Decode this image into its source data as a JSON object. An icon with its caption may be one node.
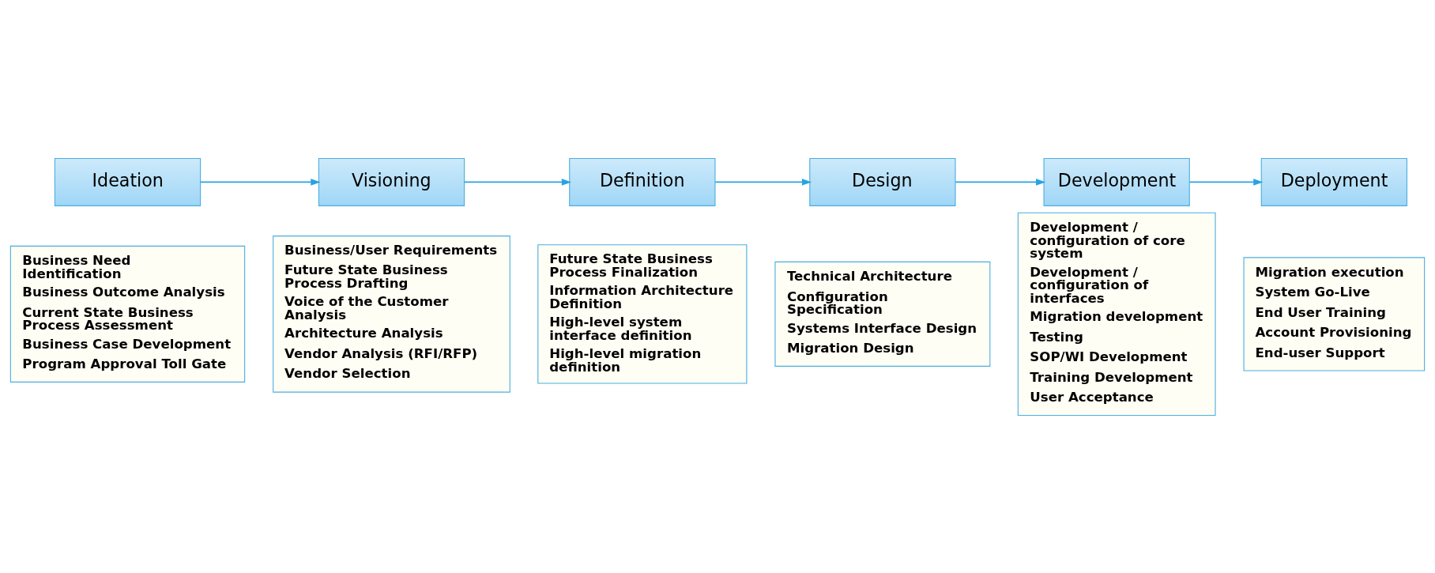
{
  "diagram": {
    "nodes": [
      {
        "text": [
          "Ideation"
        ]
      },
      {
        "text": [
          "Business Need Identification",
          "Business Outcome Analysis",
          "Current State Business Process Assessment",
          "Business Case Development",
          "Program Approval Toll Gate"
        ]
      },
      {
        "text": [
          "Visioning"
        ]
      },
      {
        "text": [
          "Business/User Requirements",
          "Future State Business Process Drafting",
          "Voice of the Customer Analysis",
          "Architecture Analysis",
          "Vendor Analysis (RFI/RFP)",
          "Vendor Selection"
        ]
      },
      {
        "text": [
          "Definition"
        ]
      },
      {
        "text": [
          "Future State Business Process Finalization",
          "Information Architecture Definition",
          "High-level system interface definition",
          "High-level migration definition"
        ]
      },
      {
        "text": [
          "Design"
        ]
      },
      {
        "text": [
          "Technical Architecture",
          "Configuration Specification",
          "Systems Interface Design",
          "Migration Design"
        ]
      },
      {
        "text": [
          "Development"
        ]
      },
      {
        "text": [
          "Development / configuration of core system",
          "Development / configuration of interfaces",
          "Migration development",
          "Testing",
          "SOP/WI Development",
          "Training Development",
          "User Acceptance"
        ]
      },
      {
        "text": [
          "Deployment"
        ]
      },
      {
        "text": [
          "Migration execution",
          "System Go-Live",
          "End User Training",
          "Account Provisioning",
          "End-user Support"
        ]
      }
    ],
    "edges": [
      {
        "from": 0,
        "to": 2,
        "arrow": "to"
      },
      {
        "from": 2,
        "to": 4,
        "arrow": "to"
      },
      {
        "from": 4,
        "to": 6,
        "arrow": "to"
      },
      {
        "from": 6,
        "to": 8,
        "arrow": "to"
      },
      {
        "from": 8,
        "to": 10,
        "arrow": "to"
      }
    ]
  }
}
